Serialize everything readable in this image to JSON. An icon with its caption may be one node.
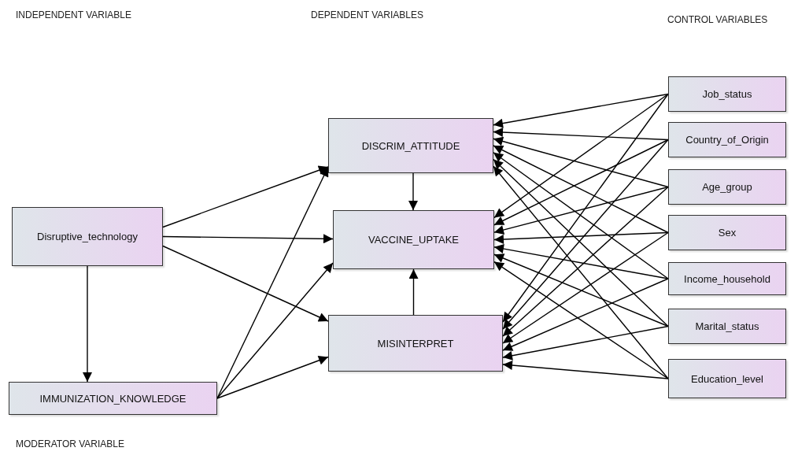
{
  "diagram": {
    "nodes": [
      {
        "text": [
          "Disruptive_technology"
        ]
      },
      {
        "text": [
          "IMMUNIZATION_KNOWLEDGE"
        ]
      },
      {
        "text": [
          "DISCRIM_ATTITUDE"
        ]
      },
      {
        "text": [
          "VACCINE_UPTAKE"
        ]
      },
      {
        "text": [
          "MISINTERPRET"
        ]
      },
      {
        "text": [
          "Job_status"
        ]
      },
      {
        "text": [
          "Country_of_Origin"
        ]
      },
      {
        "text": [
          "Age_group"
        ]
      },
      {
        "text": [
          "Sex"
        ]
      },
      {
        "text": [
          "Income_household"
        ]
      },
      {
        "text": [
          "Marital_status"
        ]
      },
      {
        "text": [
          "Education_level"
        ]
      }
    ],
    "edges": [
      {
        "from": 0,
        "to": 2,
        "arrow": "to"
      },
      {
        "from": 0,
        "to": 3,
        "arrow": "to"
      },
      {
        "from": 0,
        "to": 4,
        "arrow": "to"
      },
      {
        "from": 0,
        "to": 1,
        "arrow": "to"
      },
      {
        "from": 1,
        "to": 2,
        "arrow": "to"
      },
      {
        "from": 1,
        "to": 3,
        "arrow": "to"
      },
      {
        "from": 1,
        "to": 4,
        "arrow": "to"
      },
      {
        "from": 2,
        "to": 3,
        "arrow": "to"
      },
      {
        "from": 4,
        "to": 3,
        "arrow": "to"
      },
      {
        "from": 5,
        "to": 2,
        "arrow": "to"
      },
      {
        "from": 5,
        "to": 3,
        "arrow": "to"
      },
      {
        "from": 5,
        "to": 4,
        "arrow": "to"
      },
      {
        "from": 6,
        "to": 2,
        "arrow": "to"
      },
      {
        "from": 6,
        "to": 3,
        "arrow": "to"
      },
      {
        "from": 6,
        "to": 4,
        "arrow": "to"
      },
      {
        "from": 7,
        "to": 2,
        "arrow": "to"
      },
      {
        "from": 7,
        "to": 3,
        "arrow": "to"
      },
      {
        "from": 7,
        "to": 4,
        "arrow": "to"
      },
      {
        "from": 8,
        "to": 2,
        "arrow": "to"
      },
      {
        "from": 8,
        "to": 3,
        "arrow": "to"
      },
      {
        "from": 8,
        "to": 4,
        "arrow": "to"
      },
      {
        "from": 9,
        "to": 2,
        "arrow": "to"
      },
      {
        "from": 9,
        "to": 3,
        "arrow": "to"
      },
      {
        "from": 9,
        "to": 4,
        "arrow": "to"
      },
      {
        "from": 10,
        "to": 2,
        "arrow": "to"
      },
      {
        "from": 10,
        "to": 3,
        "arrow": "to"
      },
      {
        "from": 10,
        "to": 4,
        "arrow": "to"
      },
      {
        "from": 11,
        "to": 2,
        "arrow": "to"
      },
      {
        "from": 11,
        "to": 3,
        "arrow": "to"
      },
      {
        "from": 11,
        "to": 4,
        "arrow": "to"
      }
    ],
    "labels": [
      "INDEPENDENT VARIABLE",
      "DEPENDENT VARIABLES",
      "CONTROL VARIABLES",
      "MODERATOR VARIABLE"
    ]
  }
}
